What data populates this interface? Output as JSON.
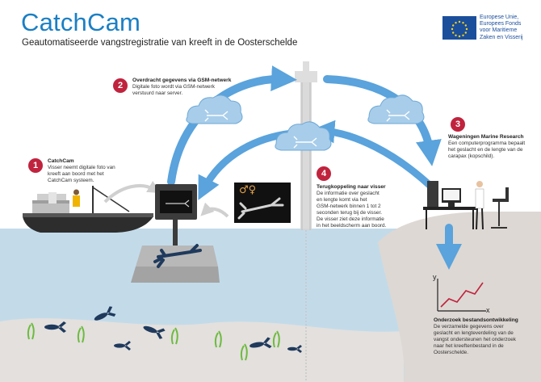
{
  "header": {
    "title": "CatchCam",
    "subtitle": "Geautomatiseerde vangstregistratie van kreeft in de Oosterschelde"
  },
  "eu_logo": {
    "lines": [
      "Europese Unie,",
      "Europees Fonds",
      "voor Maritieme",
      "Zaken en Visserij"
    ]
  },
  "steps": [
    {
      "number": "1",
      "title": "CatchCam",
      "body": [
        "Visser neemt digitale foto van",
        "kreeft aan boord met het",
        "CatchCam systeem."
      ]
    },
    {
      "number": "2",
      "title": "Overdracht gegevens via GSM-netwerk",
      "body": [
        "Digitale foto wordt via GSM-netwerk",
        "verstuurd naar server."
      ]
    },
    {
      "number": "3",
      "title": "Wageningen Marine Research",
      "body": [
        "Een computerprogramma bepaalt",
        "het geslacht en de lengte van de",
        "carapax (kopschild)."
      ]
    },
    {
      "number": "4",
      "title": "Terugkoppeling naar visser",
      "body": [
        "De informatie over geslacht",
        "en lengte komt via het",
        "GSM-netwerk binnen 1 tot 2",
        "seconden terug bij de visser.",
        "De visser ziet deze informatie",
        "in het beeldscherm aan boord."
      ]
    }
  ],
  "research": {
    "title": "Onderzoek bestandsontwikkeling",
    "body": [
      "De verzamelde gegevens over",
      "geslacht en lengteverdeling van de",
      "vangst ondersteunen het onderzoek",
      "naar het kreeftenbestand in de",
      "Oosterschelde."
    ]
  },
  "graph": {
    "y_label": "y",
    "x_label": "x"
  },
  "gender_symbols": "♂♀",
  "colors": {
    "title_blue": "#1a7fc4",
    "badge_red": "#c0233d",
    "arrow_blue": "#5aa3dc",
    "cloud_blue": "#a8cdea",
    "water": "#c3dbe9",
    "seabed": "#e3e0de",
    "eu_blue": "#1b4f9c",
    "eu_star": "#ffd617"
  }
}
